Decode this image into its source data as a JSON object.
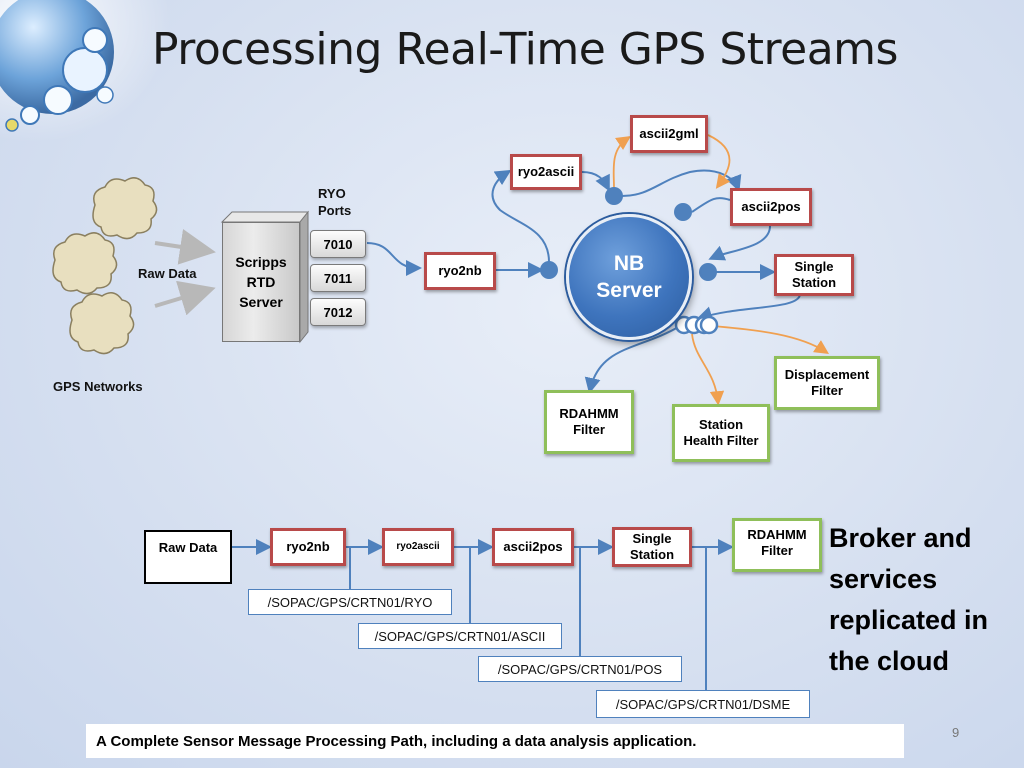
{
  "title": "Processing Real-Time GPS Streams",
  "top_diagram": {
    "gps_networks_label": "GPS Networks",
    "raw_data_label": "Raw Data",
    "server_label": "Scripps RTD Server",
    "ryo_ports_label": "RYO Ports",
    "ports": [
      "7010",
      "7011",
      "7012"
    ],
    "ryo2nb": "ryo2nb",
    "ryo2ascii": "ryo2ascii",
    "ascii2gml": "ascii2gml",
    "ascii2pos": "ascii2pos",
    "single_station": "Single Station",
    "nb_server": "NB Server",
    "rdahmm_filter": "RDAHMM Filter",
    "station_health_filter": "Station Health Filter",
    "displacement_filter": "Displacement Filter"
  },
  "bottom_diagram": {
    "raw_data": "Raw Data",
    "ryo2nb": "ryo2nb",
    "ryo2ascii": "ryo2ascii",
    "ascii2pos": "ascii2pos",
    "single_station": "Single Station",
    "rdahmm_filter": "RDAHMM Filter",
    "topics": [
      "/SOPAC/GPS/CRTN01/RYO",
      "/SOPAC/GPS/CRTN01/ASCII",
      "/SOPAC/GPS/CRTN01/POS",
      "/SOPAC/GPS/CRTN01/DSME"
    ]
  },
  "side_text": "Broker and services replicated in the cloud",
  "caption": "A Complete Sensor Message Processing Path, including a data analysis application.",
  "page_number": "9",
  "colors": {
    "accent_blue": "#4f81bd",
    "red_border": "#b84a4a",
    "green_border": "#8fbf5a",
    "orange_arrow": "#f0a050"
  }
}
